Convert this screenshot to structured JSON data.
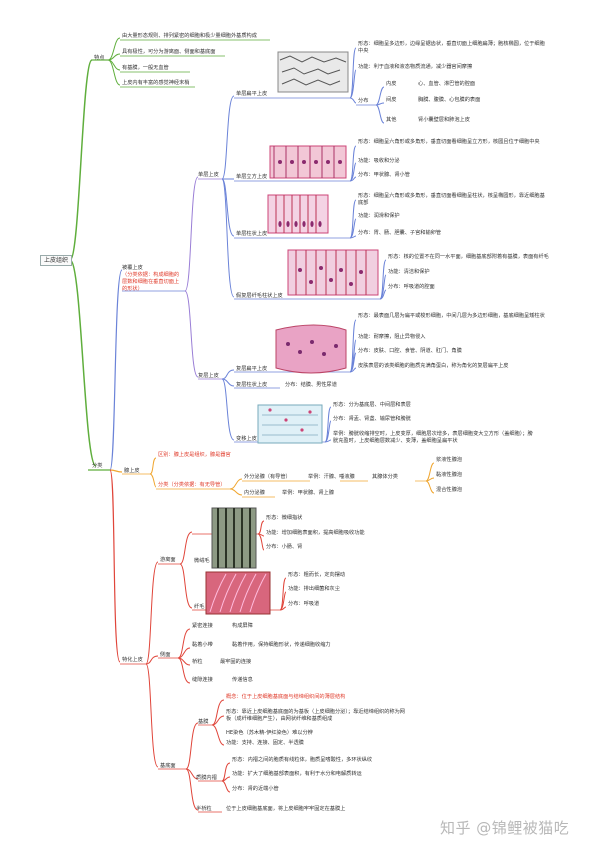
{
  "root": "上皮组织",
  "colors": {
    "green": "#5fae3c",
    "red": "#e0453a",
    "blue": "#6b83d8",
    "purple": "#9a7ed6",
    "orange": "#f0a630",
    "pink": "#e0607e"
  },
  "features": {
    "label": "特点",
    "items": [
      "由大量形态规则、排列紧密的细胞和极少量细胞外基质构成",
      "具有极性，可分为游离面、侧面和基底面",
      "有基膜，一般无血管",
      "上皮内有丰富的感觉神经末梢"
    ]
  },
  "classify": {
    "label": "分类",
    "covering": {
      "label": "被覆上皮",
      "note": "（分类依据：构成细胞的层数和细胞在垂直切面上的形状）",
      "single": {
        "label": "单层上皮",
        "squamous": {
          "label": "单层扁平上皮",
          "shape": "形态：细胞呈多边形，边缘呈锯齿状，垂直切面上细胞扁薄；胞核椭圆，位于细胞中央",
          "func": "功能：利于血液和液态物质流通，减少器官间摩擦",
          "dist": "分布",
          "dist_items": [
            {
              "k": "内皮",
              "v": "心、血管、淋巴管的腔面"
            },
            {
              "k": "间皮",
              "v": "胸膜、腹膜、心包膜的表面"
            },
            {
              "k": "其他",
              "v": "肾小囊壁层和肺泡上皮"
            }
          ]
        },
        "cuboidal": {
          "label": "单层立方上皮",
          "shape": "形态：细胞呈六角形或多角形，垂直切面看细胞呈立方形，核圆且位于细胞中央",
          "func": "功能：吸收和分泌",
          "dist": "分布：甲状腺、肾小管"
        },
        "columnar": {
          "label": "单层柱状上皮",
          "shape": "形态：细胞呈六角形或多角形，垂直切面看细胞呈柱状，核呈椭圆形，靠近细胞基底部",
          "func": "功能：润滑和保护",
          "dist": "分布：胃、肠、胆囊、子宫和输卵管"
        },
        "pseudo": {
          "label": "假复层纤毛柱状上皮",
          "shape": "形态：核的位置不在同一水平面，细胞基底部附着有基膜，表面有纤毛",
          "func": "功能：清洁和保护",
          "dist": "分布：呼吸道的腔面"
        }
      },
      "multi": {
        "label": "复层上皮",
        "stratified": {
          "label": "复层扁平上皮",
          "shape": "形态：最表面几层为扁平或梭形细胞，中间几层为多边形细胞，基底细胞呈矮柱状",
          "func": "功能：耐摩擦，阻止异物侵入",
          "dist": "分布：皮肤、口腔、食管、阴道、肛门、角膜",
          "note": "皮肤表层的该类细胞的胞质充满角蛋白，称为角化的复层扁平上皮"
        },
        "strat_col": {
          "label": "复层柱状上皮",
          "dist": "分布：结膜、男性尿道"
        },
        "transitional": {
          "label": "变移上皮",
          "shape": "形态：分为基底层、中间层和表层",
          "dist": "分布：肾盂、肾盏、输尿管和膀胱",
          "feat": "举例：膀胱收缩排空时，上皮变厚，细胞层次增多，表层细胞变大立方形（盖细胞）；膀胱充盈时，上皮细胞层数减少、变薄，盖细胞呈扁平状"
        }
      }
    },
    "glandular": {
      "label": "腺上皮",
      "diff": "区别：腺上皮是组织，腺是器官",
      "cls": "分类（分类依据：有无导管）",
      "exo": "外分泌腺（有导管）",
      "exo_ex": "举例：汗腺、唾液腺",
      "exo_type": "其腺体分类",
      "exo_types": [
        "浆液性腺泡",
        "黏液性腺泡",
        "混合性腺泡"
      ],
      "endo": "内分泌腺",
      "endo_ex": "举例：甲状腺、肾上腺"
    }
  },
  "special": {
    "label": "特化上皮",
    "free": {
      "label": "游离面",
      "micro": {
        "label": "微绒毛",
        "shape": "形态：微细指状",
        "func": "功能：增加细胞表面积，提高细胞吸收功能",
        "dist": "分布：小肠、肾"
      },
      "cilia": {
        "label": "纤毛",
        "shape": "形态：粗而长，定向摆动",
        "func": "功能：排出细菌和灰尘",
        "dist": "分布：呼吸道"
      }
    },
    "lateral": {
      "label": "侧面",
      "items": [
        {
          "k": "紧密连接",
          "v": "构成屏障"
        },
        {
          "k": "黏着小带",
          "v": "黏着作用，保持细胞形状，传递细胞收缩力"
        },
        {
          "k": "桥粒",
          "v": "最牢固的连接"
        },
        {
          "k": "缝隙连接",
          "v": "传递信息"
        }
      ]
    },
    "basal": {
      "label": "基底面",
      "membrane": {
        "label": "基膜",
        "concept": "概念：位于上皮细胞基底面与结缔组织间的薄层结构",
        "shape": "形态：靠近上皮细胞基底面的为基板（上皮细胞分泌）；靠近结缔组织的称为网板（成纤维细胞产生），由网状纤维和基质组成",
        "he": "HE染色（苏木精-伊红染色）难以分辨",
        "func": "功能：支持、连接、固定、半透膜"
      },
      "infold": {
        "label": "质膜内褶",
        "shape": "形态：内褶之间的胞质有线粒体，胞质呈嗜酸性，多环状纵纹",
        "func": "功能：扩大了细胞基部表面积，有利于水分和电解质转运",
        "dist": "分布：肾的近端小管"
      },
      "hemi": {
        "label": "半桥粒",
        "text": "位于上皮细胞基底面，将上皮细胞牢牢固定在基膜上"
      }
    }
  },
  "watermark": "知乎 @锦鲤被猫吃"
}
